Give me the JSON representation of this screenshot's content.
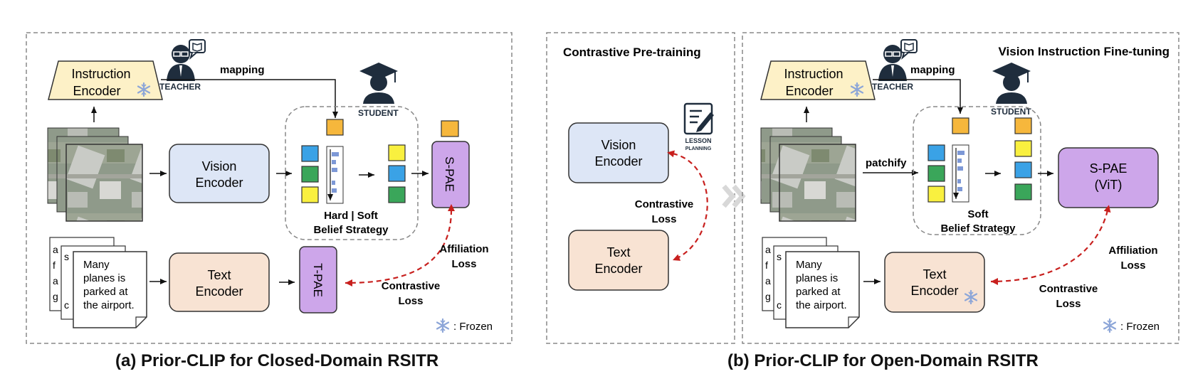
{
  "panel_a": {
    "instruction_encoder": [
      "Instruction",
      "Encoder"
    ],
    "teacher_label": "TEACHER",
    "mapping_label": "mapping",
    "student_label": "STUDENT",
    "vision_encoder": [
      "Vision",
      "Encoder"
    ],
    "text_encoder": [
      "Text",
      "Encoder"
    ],
    "strategy_label": [
      "Hard | Soft",
      "Belief Strategy"
    ],
    "s_pae": "S-PAE",
    "t_pae": "T-PAE",
    "affiliation_loss": [
      "Affiliation",
      "Loss"
    ],
    "contrastive_loss": [
      "Contrastive",
      "Loss"
    ],
    "caption_text": [
      "Many",
      "planes is",
      "parked at",
      "the airport."
    ],
    "back_doc_letters": [
      "a",
      "s",
      "f",
      "a",
      "g",
      "c"
    ],
    "frozen_legend": ": Frozen",
    "caption": "(a) Prior-CLIP for Closed-Domain RSITR"
  },
  "panel_b": {
    "pretrain_title": "Contrastive Pre-training",
    "finetune_title": "Vision Instruction Fine-tuning",
    "lesson_label": [
      "LESSON",
      "PLANNING"
    ],
    "vision_encoder": [
      "Vision",
      "Encoder"
    ],
    "text_encoder": [
      "Text",
      "Encoder"
    ],
    "contrastive_loss_pre": [
      "Contrastive",
      "Loss"
    ],
    "instruction_encoder": [
      "Instruction",
      "Encoder"
    ],
    "teacher_label": "TEACHER",
    "mapping_label": "mapping",
    "student_label": "STUDENT",
    "patchify_label": "patchify",
    "strategy_label": [
      "Soft",
      "Belief Strategy"
    ],
    "s_pae": [
      "S-PAE",
      "(ViT)"
    ],
    "text_encoder_ft": [
      "Text",
      "Encoder"
    ],
    "affiliation_loss": [
      "Affiliation",
      "Loss"
    ],
    "contrastive_loss": [
      "Contrastive",
      "Loss"
    ],
    "caption_text": [
      "Many",
      "planes is",
      "parked at",
      "the airport."
    ],
    "back_doc_letters": [
      "a",
      "s",
      "f",
      "a",
      "g",
      "c"
    ],
    "frozen_legend": ": Frozen",
    "caption": "(b)  Prior-CLIP for Open-Domain RSITR"
  },
  "colors": {
    "instruction": "#fdf1c7",
    "vision": "#dde6f6",
    "text": "#f8e3d3",
    "pae": "#cda6ea",
    "orange": "#f6b73c",
    "yellow": "#f9f03f",
    "blue": "#3aa2e6",
    "green": "#3aa65a",
    "dashed_red": "#c8201e",
    "frozen": "#8da6d8"
  }
}
